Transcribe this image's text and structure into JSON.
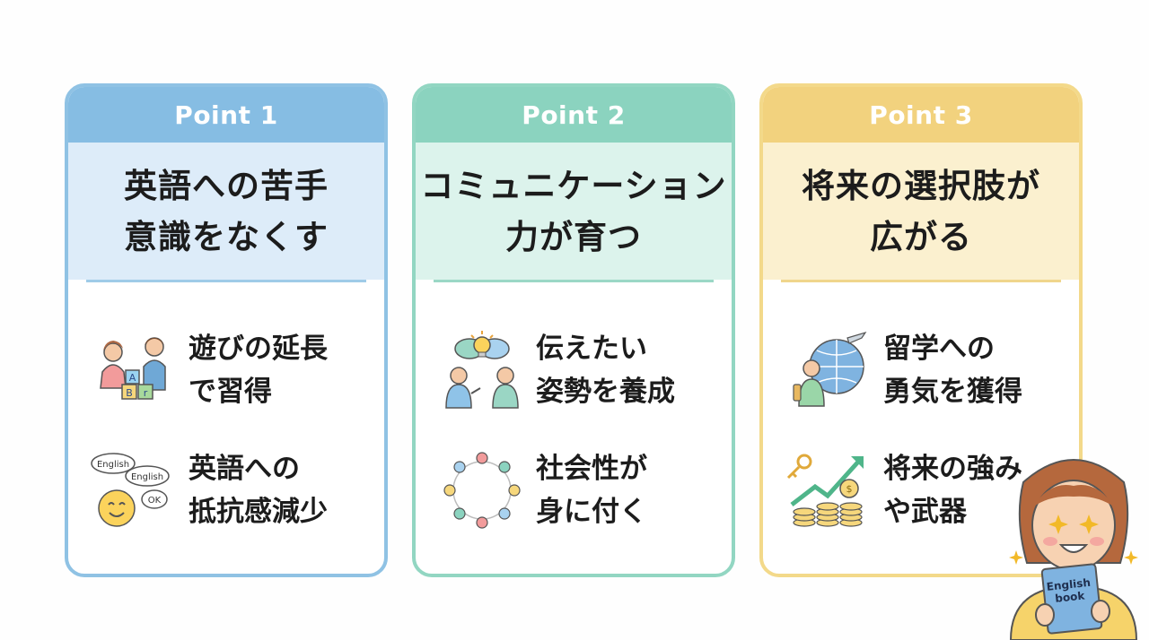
{
  "cards": [
    {
      "header": "Point 1",
      "title": [
        "英語への苦手",
        "意識をなくす"
      ],
      "items": [
        {
          "lines": [
            "遊びの延長",
            "で習得"
          ],
          "icon": "kids-playing-blocks-icon"
        },
        {
          "lines": [
            "英語への",
            "抵抗感減少"
          ],
          "icon": "smiley-speech-bubbles-icon"
        }
      ],
      "accent": "#86bde3"
    },
    {
      "header": "Point 2",
      "title": [
        "コミュニケーション",
        "力が育つ"
      ],
      "items": [
        {
          "lines": [
            "伝えたい",
            "姿勢を養成"
          ],
          "icon": "people-idea-icon"
        },
        {
          "lines": [
            "社会性が",
            "身に付く"
          ],
          "icon": "people-circle-icon"
        }
      ],
      "accent": "#8bd3bf"
    },
    {
      "header": "Point 3",
      "title": [
        "将来の選択肢が",
        "広がる"
      ],
      "items": [
        {
          "lines": [
            "留学への",
            "勇気を獲得"
          ],
          "icon": "globe-airplane-icon"
        },
        {
          "lines": [
            "将来の強み",
            "や武器"
          ],
          "icon": "key-coins-growth-icon"
        }
      ],
      "accent": "#f2d27e"
    }
  ],
  "mascot": {
    "book_text": [
      "English",
      "book"
    ],
    "icon": "girl-with-book-icon"
  }
}
